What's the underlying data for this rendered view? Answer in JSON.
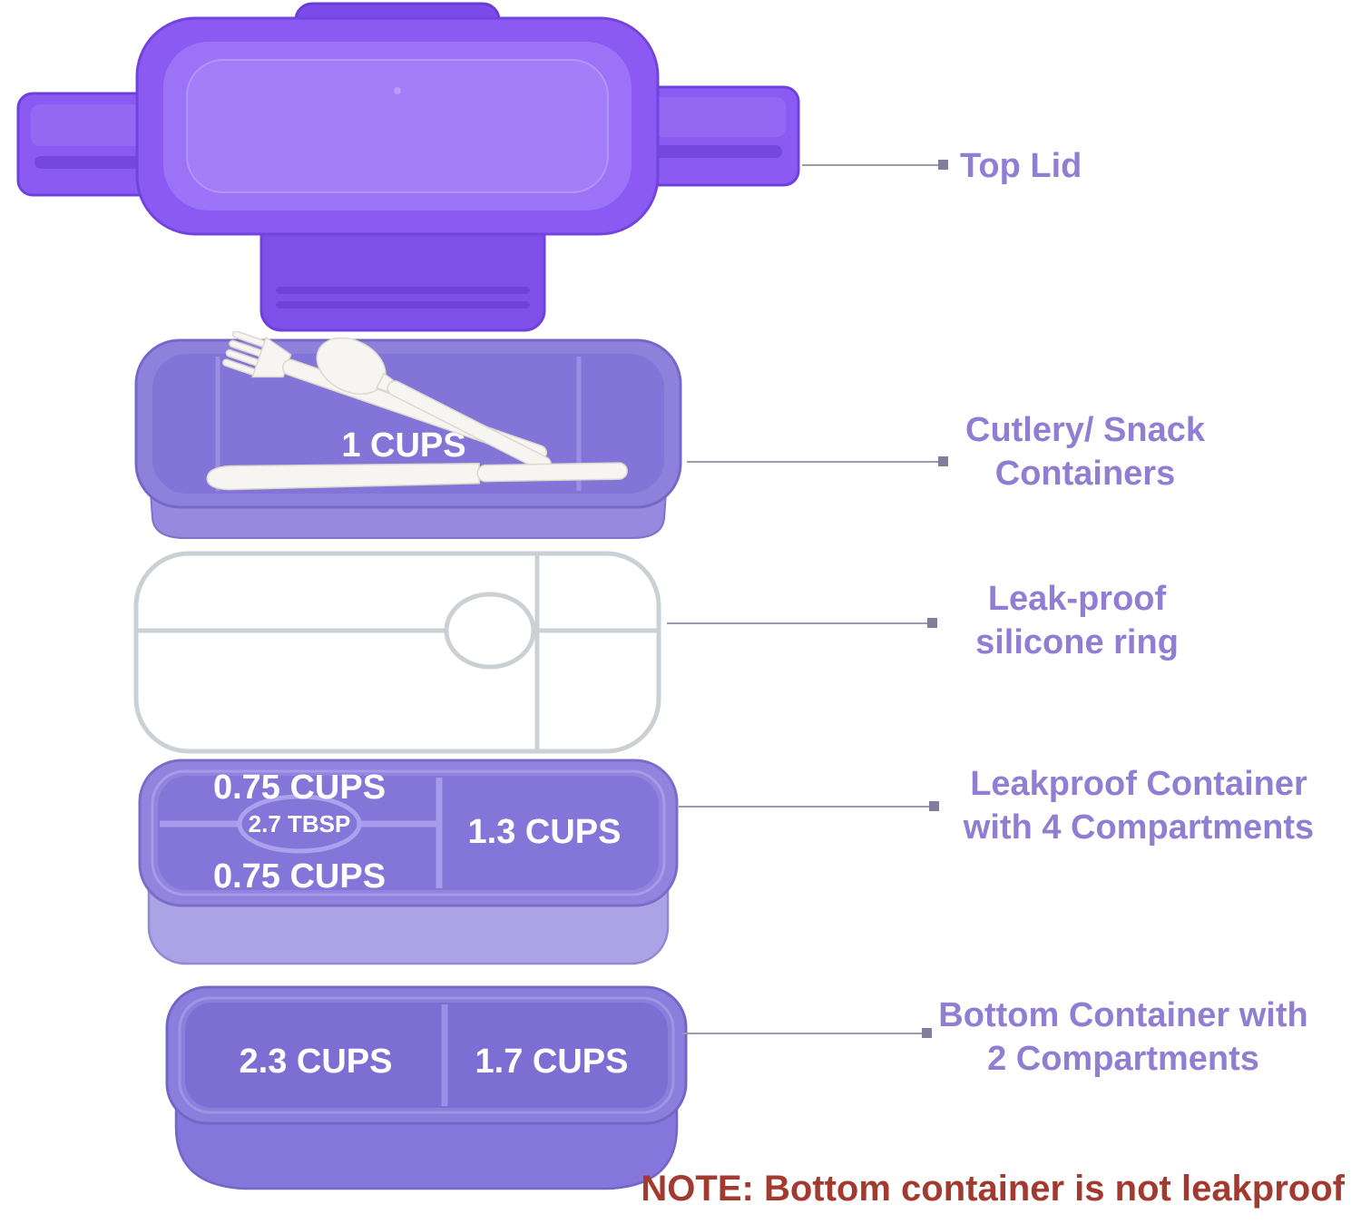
{
  "colors": {
    "callout_label": "#8F7ED2",
    "note_text": "#A23A2F",
    "lid_purple": "#8A5AF2",
    "container_purple": "#8476D8",
    "cutlery_white": "#F7F5F1",
    "ring_gray": "#CBD0D5"
  },
  "product": {
    "cutlery_tray": {
      "capacity": "1 CUPS"
    },
    "four_compartment_container": {
      "top_left_capacity": "0.75 CUPS",
      "center_capacity": "2.7 TBSP",
      "bottom_left_capacity": "0.75 CUPS",
      "right_capacity": "1.3 CUPS"
    },
    "bottom_container": {
      "left_capacity": "2.3 CUPS",
      "right_capacity": "1.7 CUPS"
    }
  },
  "callouts": [
    {
      "line1": "Top Lid",
      "line2": ""
    },
    {
      "line1": "Cutlery/ Snack",
      "line2": "Containers"
    },
    {
      "line1": "Leak-proof",
      "line2": "silicone ring"
    },
    {
      "line1": "Leakproof Container",
      "line2": "with 4 Compartments"
    },
    {
      "line1": "Bottom Container with",
      "line2": "2 Compartments"
    }
  ],
  "note": "NOTE: Bottom container is not leakproof"
}
